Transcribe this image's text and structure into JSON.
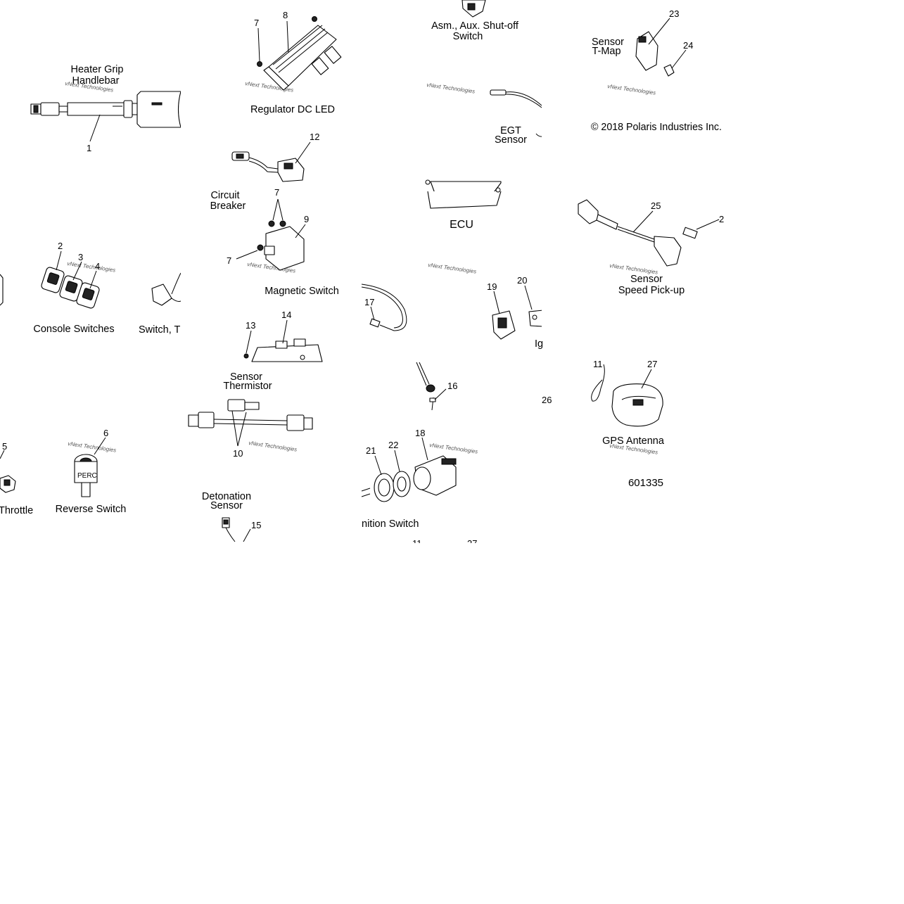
{
  "diagram": {
    "labels": [
      "Heater Grip",
      "Handlebar",
      "Regulator DC LED",
      "Asm., Aux. Shut-off",
      "Switch",
      "Sensor",
      "T-Map",
      "EGT",
      "Sensor",
      "Circuit",
      "Breaker",
      "ECU",
      "Sensor",
      "Speed Pick-up",
      "Magnetic Switch",
      "Console Switches",
      "Switch, T",
      "Ig",
      "Sensor",
      "Thermistor",
      "GPS Antenna",
      "Throttle",
      "Reverse Switch",
      "Detonation",
      "Sensor",
      "nition Switch"
    ],
    "callouts": [
      "7",
      "8",
      "23",
      "24",
      "1",
      "12",
      "7",
      "9",
      "7",
      "25",
      "2",
      "2",
      "3",
      "4",
      "17",
      "19",
      "20",
      "13",
      "14",
      "11",
      "27",
      "16",
      "26",
      "6",
      "5",
      "10",
      "21",
      "22",
      "18",
      "15",
      "11",
      "27"
    ],
    "copyright": "© 2018 Polaris Industries Inc.",
    "figure_number": "601335",
    "watermark": "vNext Technologies",
    "stamp": "PERC"
  }
}
